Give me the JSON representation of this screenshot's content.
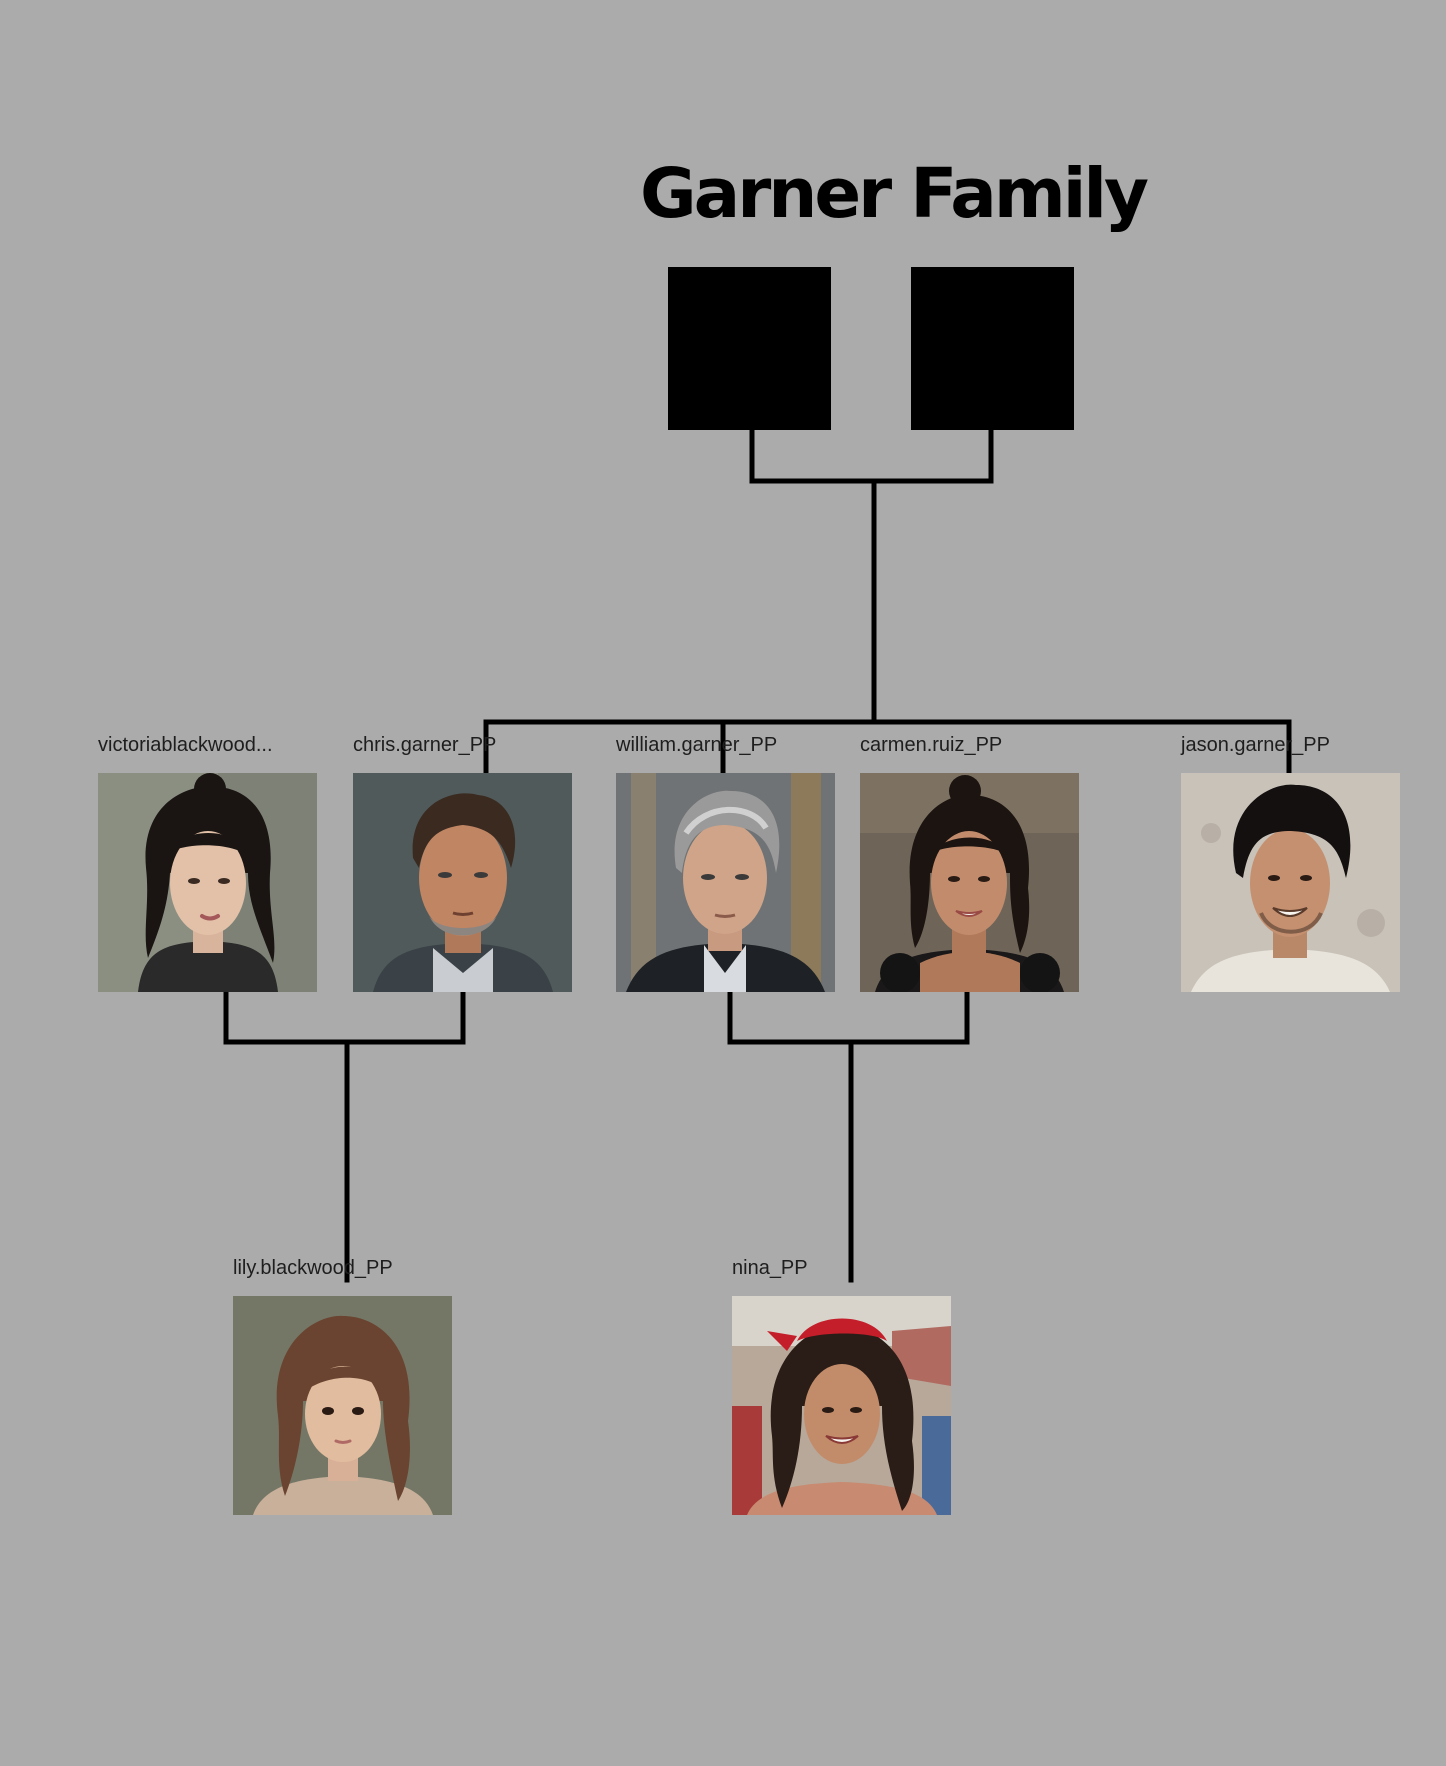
{
  "title": "Garner Family",
  "people": {
    "victoria": {
      "label": "victoriablackwood..."
    },
    "chris": {
      "label": "chris.garner_PP"
    },
    "william": {
      "label": "william.garner_PP"
    },
    "carmen": {
      "label": "carmen.ruiz_PP"
    },
    "jason": {
      "label": "jason.garner_PP"
    },
    "lily": {
      "label": "lily.blackwood_PP"
    },
    "nina": {
      "label": "nina_PP"
    }
  },
  "colors": {
    "background": "#ababab",
    "line": "#000000",
    "placeholder": "#000000"
  }
}
